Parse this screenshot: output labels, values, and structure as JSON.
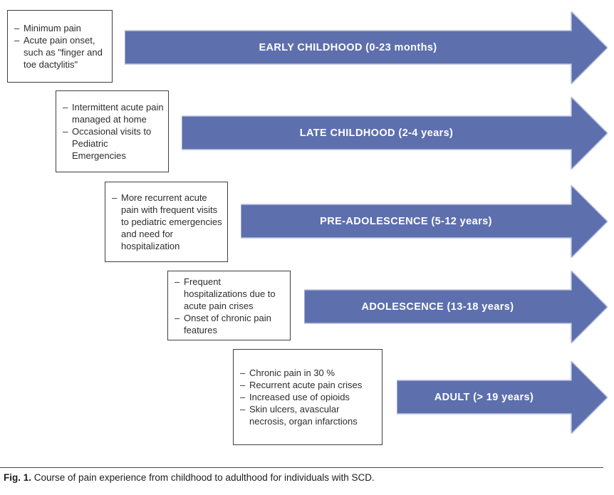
{
  "figure": {
    "caption_label": "Fig. 1.",
    "caption_text": "Course of pain experience from childhood to adulthood for individuals with SCD."
  },
  "bullet": "–",
  "colors": {
    "arrow_fill": "#5d6fad",
    "arrow_stroke": "#b9c2de"
  },
  "stages": [
    {
      "label": "EARLY CHILDHOOD (0-23 months)",
      "notes": [
        "Minimum pain",
        "Acute pain onset, such as \"finger and toe dactylitis\""
      ]
    },
    {
      "label": "LATE CHILDHOOD (2-4 years)",
      "notes": [
        "Intermittent acute pain managed at home",
        "Occasional visits to Pediatric Emergencies"
      ]
    },
    {
      "label": "PRE-ADOLESCENCE (5-12 years)",
      "notes": [
        "More recurrent acute pain with frequent visits to pediatric emergencies and need for hospitalization"
      ]
    },
    {
      "label": "ADOLESCENCE (13-18 years)",
      "notes": [
        "Frequent hospitalizations due to acute pain crises",
        "Onset of chronic pain features"
      ]
    },
    {
      "label": "ADULT (> 19 years)",
      "notes": [
        "Chronic pain in 30 %",
        "Recurrent acute pain crises",
        "Increased use of opioids",
        "Skin ulcers, avascular necrosis, organ infarctions"
      ]
    }
  ]
}
